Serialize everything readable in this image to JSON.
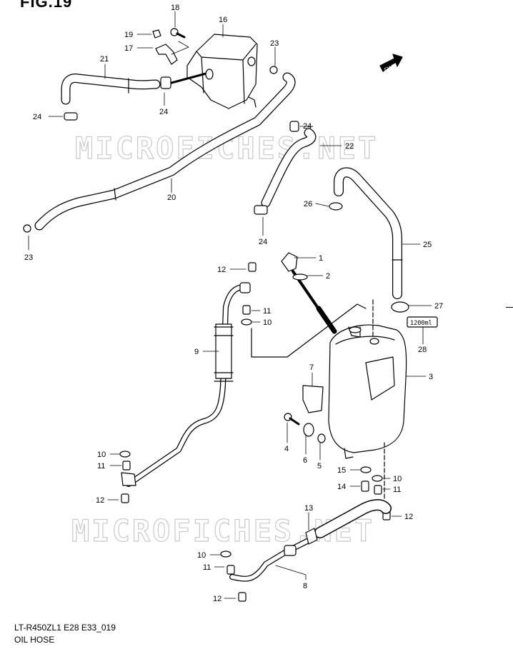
{
  "header": {
    "figure_label": "FIG.19"
  },
  "watermarks": [
    "MICROFICHES.NET",
    "MICROFICHES.NET"
  ],
  "fwd_label": "FWD",
  "tank_marking": "1200ml",
  "footer": {
    "code": "LT-R450ZL1 E28 E33_019",
    "title": "OIL HOSE"
  },
  "callouts": [
    {
      "id": "c18",
      "text": "18"
    },
    {
      "id": "c16",
      "text": "16"
    },
    {
      "id": "c19",
      "text": "19"
    },
    {
      "id": "c17",
      "text": "17"
    },
    {
      "id": "c23a",
      "text": "23"
    },
    {
      "id": "c21",
      "text": "21"
    },
    {
      "id": "c24a",
      "text": "24"
    },
    {
      "id": "c24b",
      "text": "24"
    },
    {
      "id": "c24c",
      "text": "24"
    },
    {
      "id": "c22",
      "text": "22"
    },
    {
      "id": "c20",
      "text": "20"
    },
    {
      "id": "c26",
      "text": "26"
    },
    {
      "id": "c25",
      "text": "25"
    },
    {
      "id": "c23b",
      "text": "23"
    },
    {
      "id": "c24d",
      "text": "24"
    },
    {
      "id": "c1",
      "text": "1"
    },
    {
      "id": "c2",
      "text": "2"
    },
    {
      "id": "c12a",
      "text": "12"
    },
    {
      "id": "c11a",
      "text": "11"
    },
    {
      "id": "c10a",
      "text": "10"
    },
    {
      "id": "c27",
      "text": "27"
    },
    {
      "id": "c28",
      "text": "28"
    },
    {
      "id": "c9",
      "text": "9"
    },
    {
      "id": "c3",
      "text": "3"
    },
    {
      "id": "c7",
      "text": "7"
    },
    {
      "id": "c4",
      "text": "4"
    },
    {
      "id": "c6",
      "text": "6"
    },
    {
      "id": "c5",
      "text": "5"
    },
    {
      "id": "c10b",
      "text": "10"
    },
    {
      "id": "c11b",
      "text": "11"
    },
    {
      "id": "c15",
      "text": "15"
    },
    {
      "id": "c10c",
      "text": "10"
    },
    {
      "id": "c14",
      "text": "14"
    },
    {
      "id": "c11c",
      "text": "11"
    },
    {
      "id": "c12b",
      "text": "12"
    },
    {
      "id": "c13",
      "text": "13"
    },
    {
      "id": "c12c",
      "text": "12"
    },
    {
      "id": "c10d",
      "text": "10"
    },
    {
      "id": "c11d",
      "text": "11"
    },
    {
      "id": "c8",
      "text": "8"
    },
    {
      "id": "c12d",
      "text": "12"
    }
  ]
}
